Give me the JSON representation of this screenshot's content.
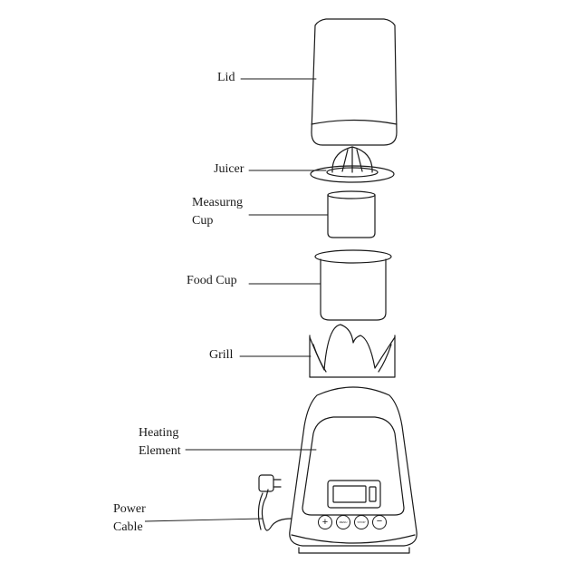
{
  "labels": {
    "lid": "Lid",
    "juicer": "Juicer",
    "measuring_cup": {
      "line1": "Measurng",
      "line2": "Cup"
    },
    "food_cup": "Food Cup",
    "grill": "Grill",
    "heating_element": {
      "line1": "Heating",
      "line2": "Element"
    },
    "power_cable": {
      "line1": "Power",
      "line2": "Cable"
    }
  },
  "control_buttons": [
    {
      "name": "plus-button",
      "text": "+"
    },
    {
      "name": "menu-button",
      "text": "MENU"
    },
    {
      "name": "start-stop-button",
      "text": "ST/OP"
    },
    {
      "name": "minus-button",
      "text": "−"
    }
  ],
  "colors": {
    "line": "#1a1a1a",
    "background": "#ffffff"
  }
}
